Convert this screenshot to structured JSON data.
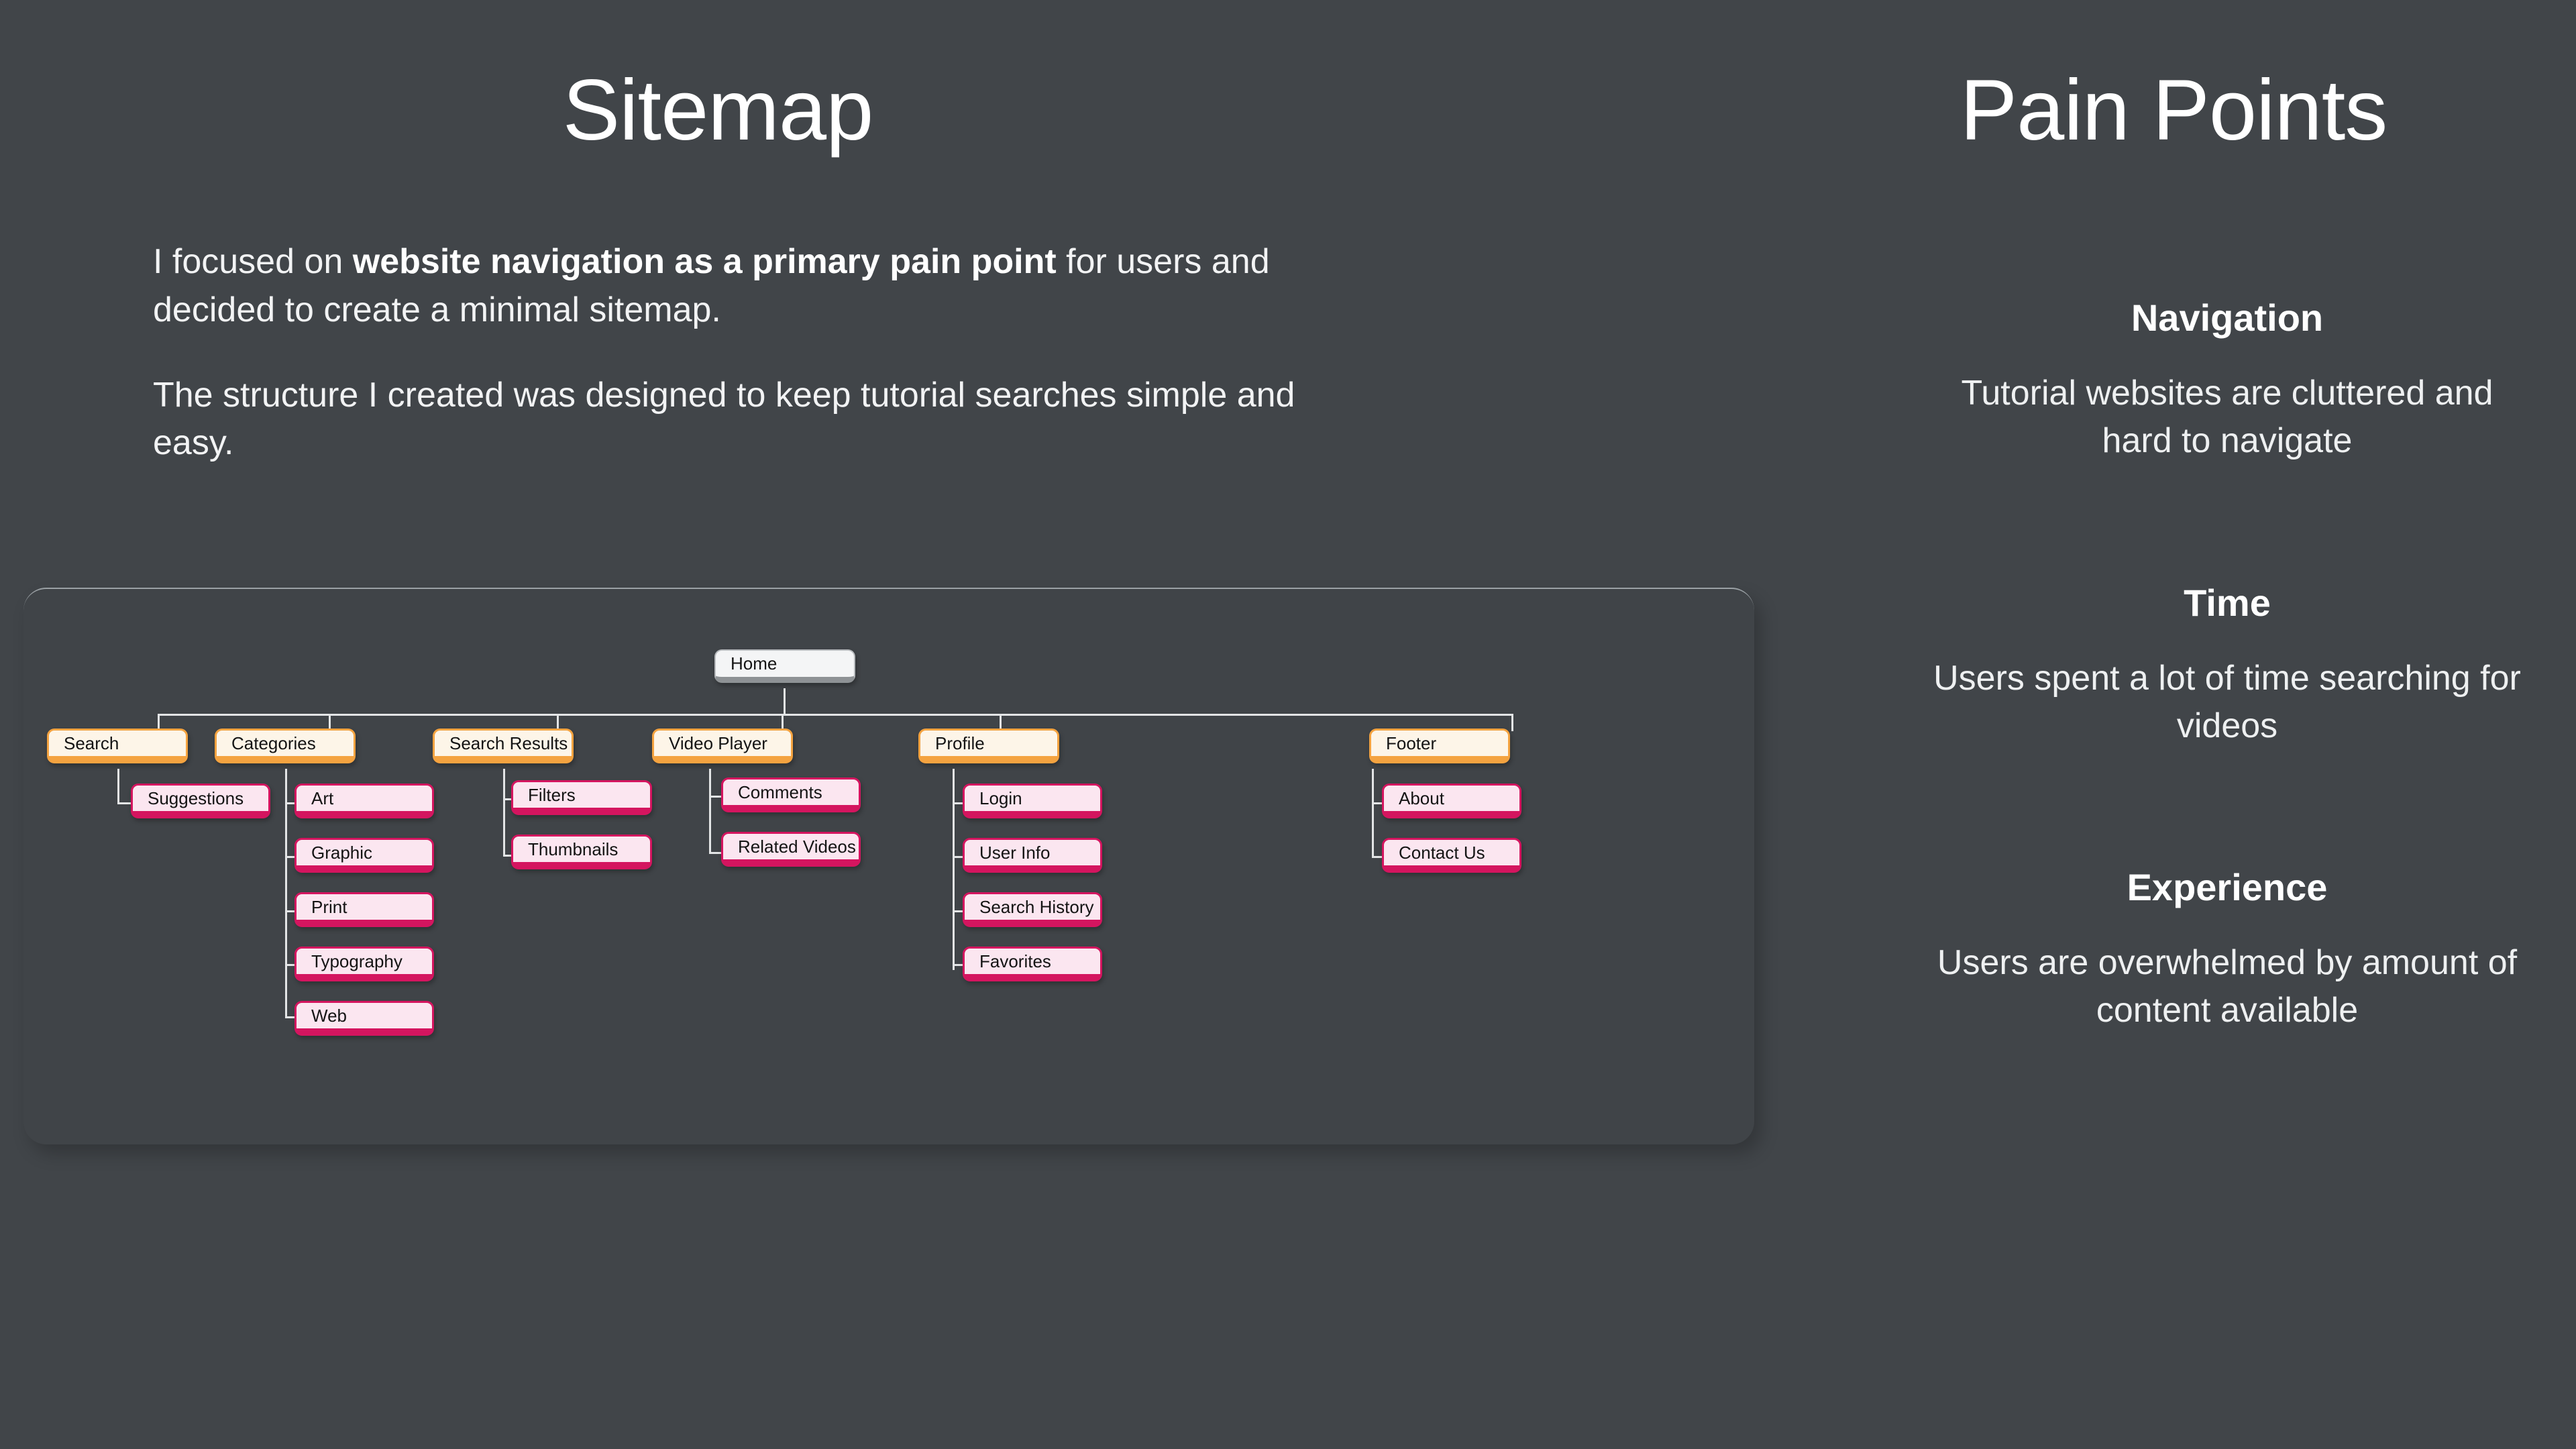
{
  "left": {
    "title": "Sitemap",
    "paragraphs": [
      {
        "before": "I focused on ",
        "bold": "website navigation as a primary pain point",
        "after": " for users and decided to create a minimal sitemap."
      },
      {
        "before": "The structure I created was designed to keep tutorial searches simple and easy.",
        "bold": "",
        "after": ""
      }
    ]
  },
  "sitemap": {
    "root": "Home",
    "branches": [
      {
        "label": "Search",
        "children": [
          "Suggestions"
        ]
      },
      {
        "label": "Categories",
        "children": [
          "Art",
          "Graphic",
          "Print",
          "Typography",
          "Web"
        ]
      },
      {
        "label": "Search Results",
        "children": [
          "Filters",
          "Thumbnails"
        ]
      },
      {
        "label": "Video Player",
        "children": [
          "Comments",
          "Related Videos"
        ]
      },
      {
        "label": "Profile",
        "children": [
          "Login",
          "User Info",
          "Search History",
          "Favorites"
        ]
      },
      {
        "label": "Footer",
        "children": [
          "About",
          "Contact Us"
        ]
      }
    ],
    "colors": {
      "root_fill": "#f4f5f6",
      "root_border": "#8e9295",
      "level1_fill": "#fdf5e8",
      "level1_border": "#f4a340",
      "level2_fill": "#fbe6f0",
      "level2_border": "#d4155f",
      "connector": "#e3e5e6",
      "panel_bg": "#404448"
    }
  },
  "right": {
    "title": "Pain Points",
    "items": [
      {
        "heading": "Navigation",
        "body": "Tutorial websites are cluttered and hard to navigate"
      },
      {
        "heading": "Time",
        "body": "Users spent a lot of time searching for videos"
      },
      {
        "heading": "Experience",
        "body": "Users are overwhelmed by amount of content available"
      }
    ]
  },
  "background": "#414549"
}
